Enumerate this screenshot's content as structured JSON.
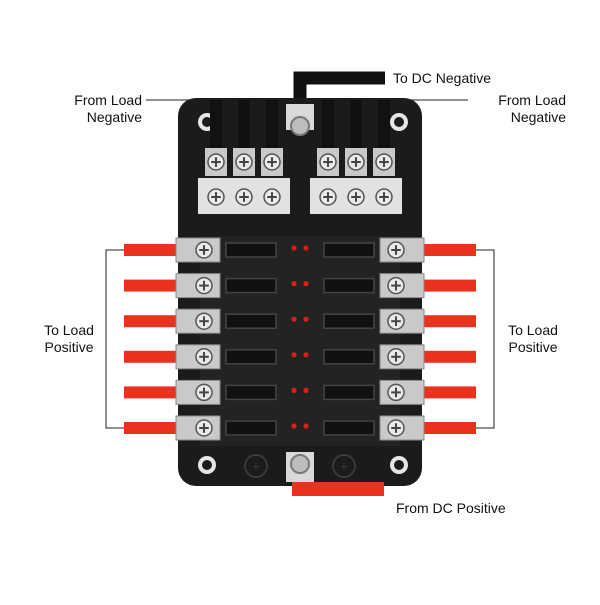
{
  "labels": {
    "dc_negative": "To DC Negative",
    "load_negative_left": [
      "From Load",
      "Negative"
    ],
    "load_negative_right": [
      "From Load",
      "Negative"
    ],
    "load_positive_left": [
      "To Load",
      "Positive"
    ],
    "load_positive_right": [
      "To Load",
      "Positive"
    ],
    "dc_positive": "From DC Positive"
  },
  "fuse_block": {
    "fuse_rows": 6,
    "negative_terminals_per_side": 3,
    "indicator_leds_per_row": 2,
    "plus_symbols": [
      "+",
      "+"
    ]
  },
  "colors": {
    "body": "#1b1b1b",
    "wire_positive": "#e8321e",
    "wire_negative": "#111111",
    "led": "#d8201a",
    "metal": "#c9c9c9"
  }
}
